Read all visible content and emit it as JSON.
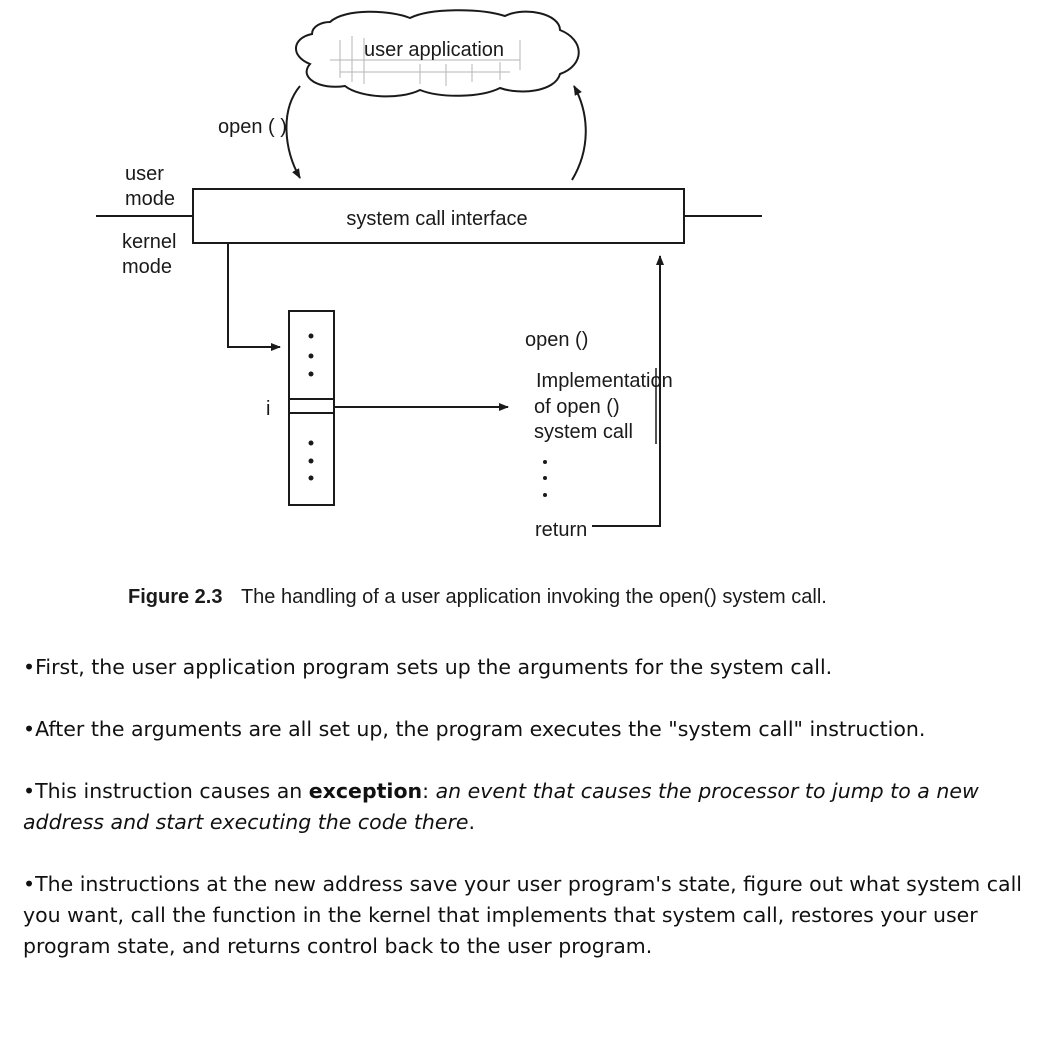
{
  "diagram": {
    "cloud_label": "user application",
    "open_call_label": "open ( )",
    "user_mode_label": [
      "user",
      "mode"
    ],
    "kernel_mode_label": [
      "kernel",
      "mode"
    ],
    "interface_label": "system call interface",
    "table_index_label": "i",
    "impl_open_label": "open ()",
    "impl_lines": [
      "Implementation",
      "of open ()",
      "system call"
    ],
    "return_label": "return",
    "caption_number": "Figure 2.3",
    "caption_text": "The handling of a user application invoking the open() system call."
  },
  "bullets": [
    {
      "text": "•First, the user application program sets up the arguments for the system call."
    },
    {
      "text": "•After the arguments are all set up, the program executes the \"system call\" instruction."
    },
    {
      "prefix": "•This instruction causes an ",
      "bold": "exception",
      "sep": ": ",
      "italic": "an event that causes the processor to jump to a new address and start executing the code there",
      "suffix": "."
    },
    {
      "text": "•The instructions at the new address save your user program's state, figure out what system call you want, call the function in the kernel that implements that system call, restores your user program state, and returns control back to the user program."
    }
  ]
}
